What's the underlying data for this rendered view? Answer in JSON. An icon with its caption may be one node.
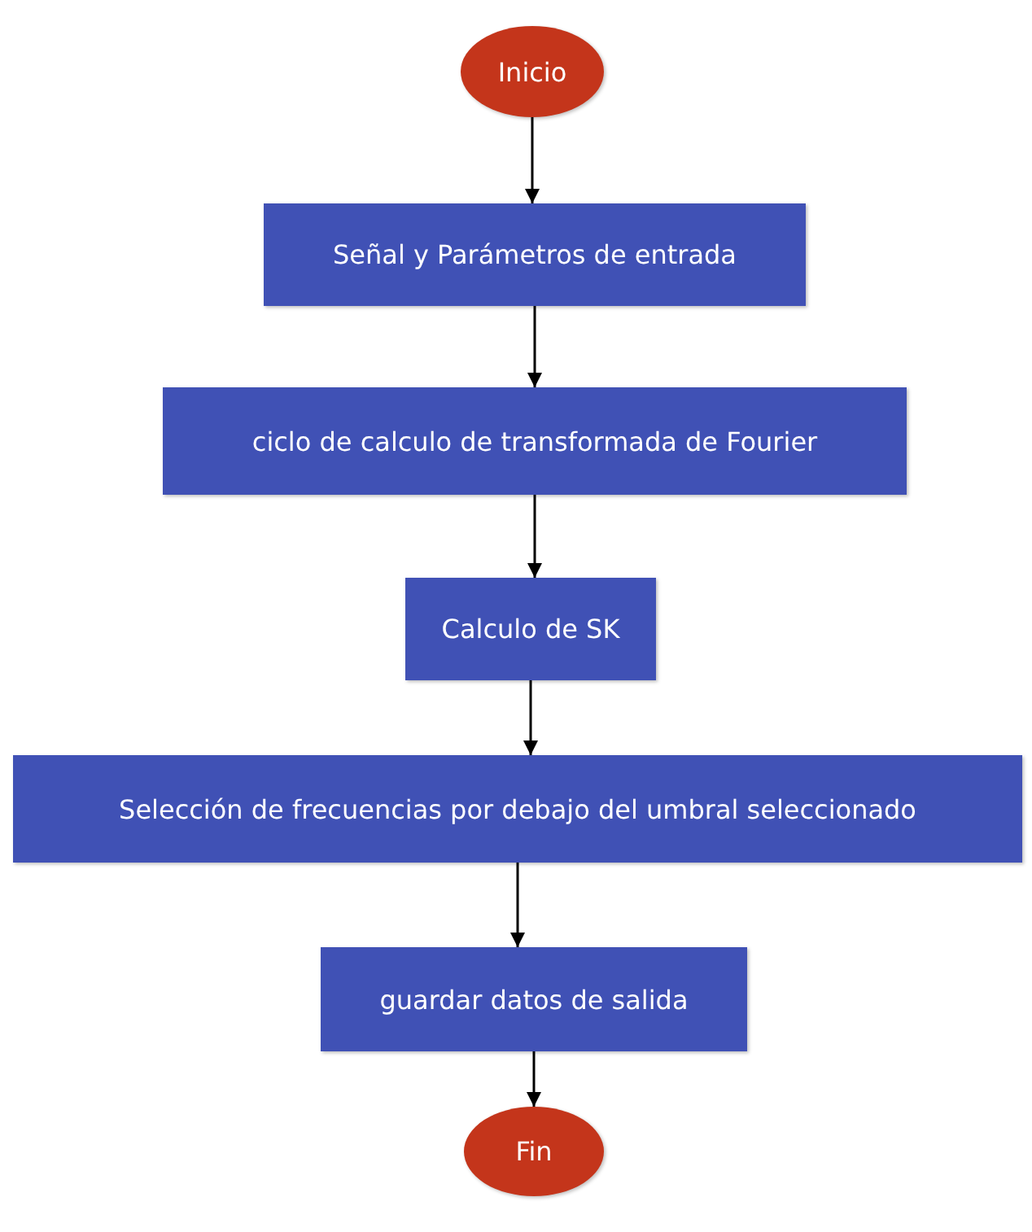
{
  "diagram": {
    "nodes": [
      {
        "text": [
          "Inicio"
        ]
      },
      {
        "text": [
          "Señal y Parámetros de entrada"
        ]
      },
      {
        "text": [
          "ciclo de calculo de transformada de Fourier"
        ]
      },
      {
        "text": [
          "Calculo de SK"
        ]
      },
      {
        "text": [
          "Selección de frecuencias por debajo del umbral seleccionado"
        ]
      },
      {
        "text": [
          "guardar datos de salida"
        ]
      },
      {
        "text": [
          "Fin"
        ]
      }
    ],
    "edges": [
      {
        "from": 0,
        "to": 1,
        "arrow": "to"
      },
      {
        "from": 1,
        "to": 2,
        "arrow": "to"
      },
      {
        "from": 2,
        "to": 3,
        "arrow": "to"
      },
      {
        "from": 3,
        "to": 4,
        "arrow": "to"
      },
      {
        "from": 4,
        "to": 5,
        "arrow": "to"
      },
      {
        "from": 5,
        "to": 6,
        "arrow": "to"
      }
    ]
  }
}
